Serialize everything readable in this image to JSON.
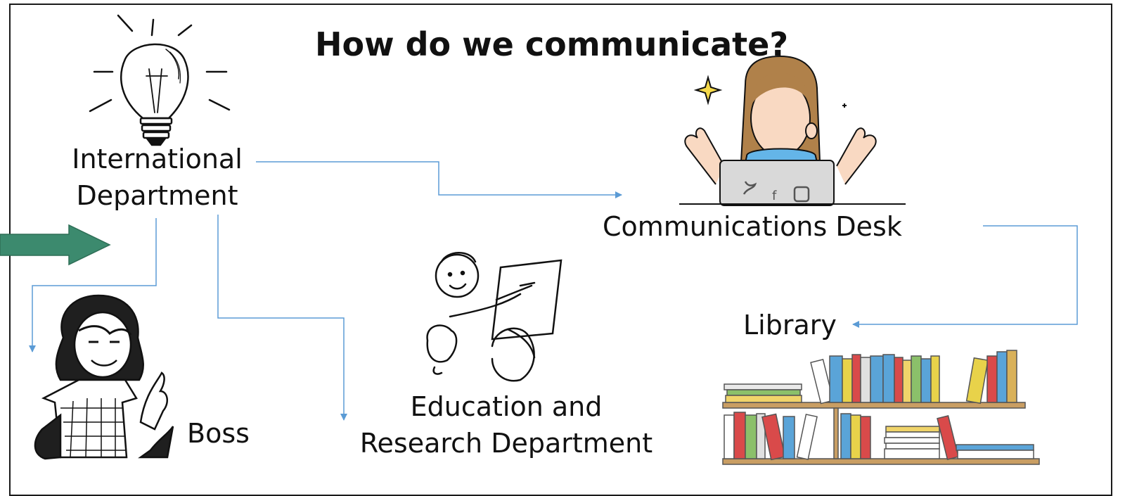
{
  "title": "How do we communicate?",
  "nodes": {
    "international": {
      "line1": "International",
      "line2": "Department"
    },
    "comms": {
      "label": "Communications Desk"
    },
    "library": {
      "label": "Library"
    },
    "boss": {
      "label": "Boss"
    },
    "education": {
      "line1": "Education and",
      "line2": "Research Department"
    }
  },
  "icons": [
    "lightbulb-icon",
    "communications-person-icon",
    "teacher-students-icon",
    "boss-woman-icon",
    "bookshelf-icon"
  ],
  "colors": {
    "connector": "#5b9bd5",
    "entry_arrow": "#3c8a6e",
    "frame": "#1a1a1a"
  }
}
